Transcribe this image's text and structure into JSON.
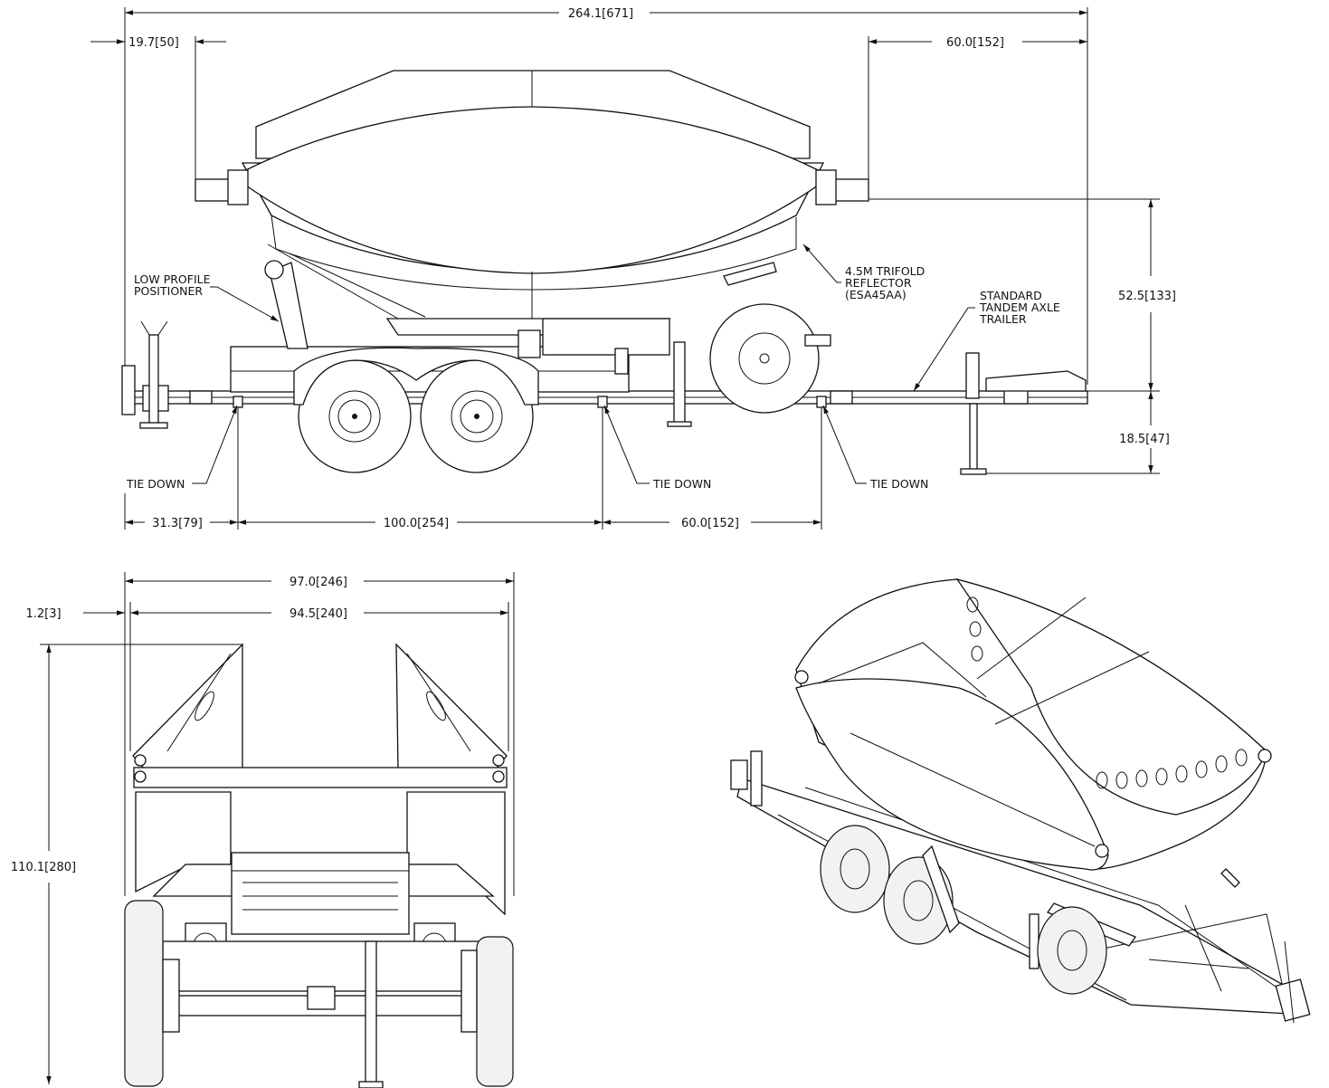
{
  "dimensions": {
    "overall_length": "264.1[671]",
    "front_overhang": "19.7[50]",
    "rear_overhang": "60.0[152]",
    "height_above_frame": "52.5[133]",
    "frame_height": "18.5[47]",
    "tiedown_1": "31.3[79]",
    "tiedown_2": "100.0[254]",
    "tiedown_3": "60.0[152]",
    "overall_width": "97.0[246]",
    "inner_width": "94.5[240]",
    "side_offset": "1.2[3]",
    "overall_height": "110.1[280]"
  },
  "labels": {
    "positioner": [
      "LOW PROFILE",
      "POSITIONER"
    ],
    "reflector": [
      "4.5M TRIFOLD",
      "REFLECTOR",
      "(ESA45AA)"
    ],
    "trailer": [
      "STANDARD",
      "TANDEM AXLE",
      "TRAILER"
    ],
    "tie_down_1": "TIE DOWN",
    "tie_down_2": "TIE DOWN",
    "tie_down_3": "TIE DOWN"
  }
}
